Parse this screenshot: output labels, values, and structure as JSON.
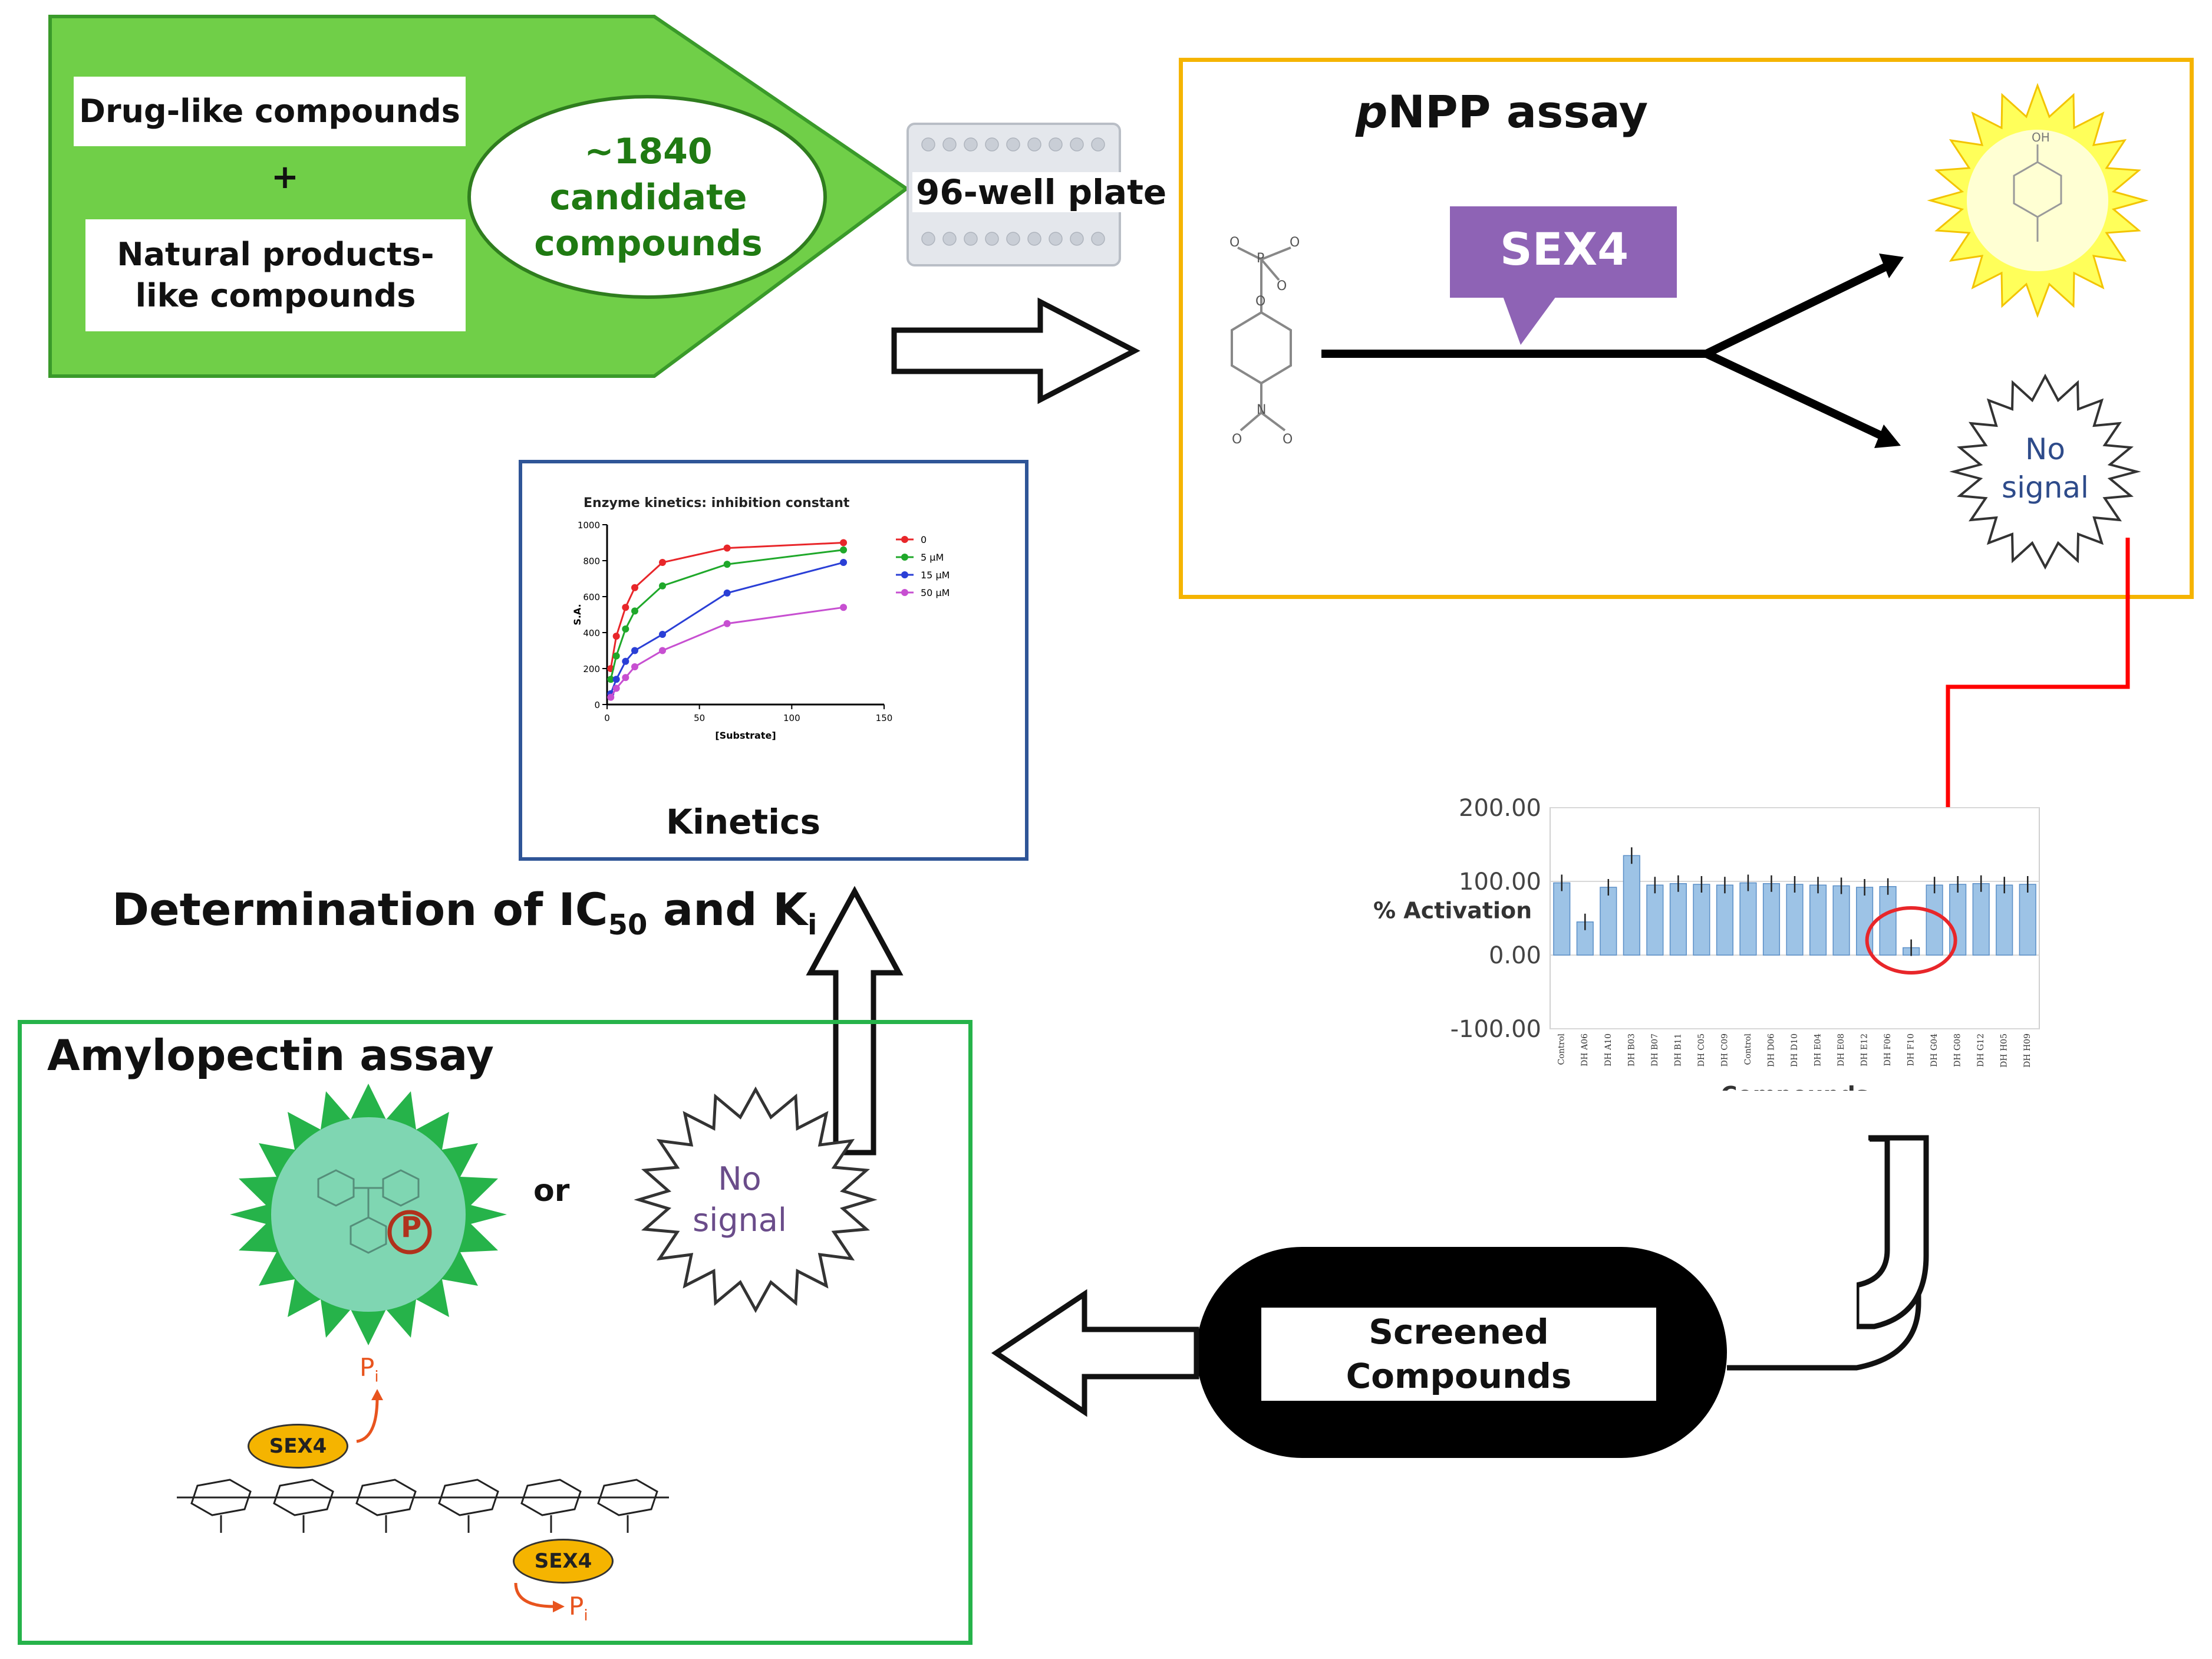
{
  "library": {
    "drug_like": "Drug-like compounds",
    "plus": "+",
    "natural_products": "Natural products-like compounds",
    "candidates": "~1840 candidate compounds"
  },
  "plate": {
    "label": "96-well plate"
  },
  "pnpp": {
    "title_italic": "p",
    "title_rest": "NPP assay",
    "enzyme": "SEX4",
    "no_signal": "No signal"
  },
  "kinetics": {
    "plot_title": "Enzyme kinetics: inhibition constant",
    "ylabel": "S.A.",
    "xlabel": "[Substrate]",
    "label": "Kinetics",
    "determination": "Determination of IC",
    "ic_sub": "50",
    "and": " and K",
    "k_sub": "i"
  },
  "screen": {
    "ylabel": "% Activation",
    "xlabel": "Compounds",
    "yticks": [
      "200.00",
      "100.00",
      "0.00",
      "-100.00"
    ],
    "screened": "Screened Compounds"
  },
  "amylopectin": {
    "title": "Amylopectin assay",
    "or": "or",
    "no_signal": "No signal",
    "enzyme": "SEX4",
    "phosphate": "P",
    "pi_main": "P",
    "pi_sub": "i"
  },
  "colors": {
    "green_fill": "#70cf48",
    "green_border": "#3a9a2a",
    "yellow_border": "#f5b400",
    "blue_border": "#2f5597",
    "red_arrow": "#ff0000",
    "sex4_purple": "#8e63b5",
    "bar_blue": "#9dc3e6"
  },
  "chart_data": [
    {
      "type": "line",
      "title": "Enzyme kinetics: inhibition constant",
      "xlabel": "[Substrate]",
      "ylabel": "S.A.",
      "xlim": [
        0,
        150
      ],
      "ylim": [
        0,
        1000
      ],
      "xticks": [
        0,
        50,
        100,
        150
      ],
      "yticks": [
        0,
        200,
        400,
        600,
        800,
        1000
      ],
      "x": [
        2,
        5,
        10,
        15,
        30,
        65,
        128
      ],
      "series": [
        {
          "name": "0",
          "color": "#e8262a",
          "values": [
            200,
            380,
            540,
            650,
            790,
            870,
            900
          ]
        },
        {
          "name": "5 µM",
          "color": "#1fa82a",
          "values": [
            140,
            270,
            420,
            520,
            660,
            780,
            860
          ]
        },
        {
          "name": "15 µM",
          "color": "#2a3fd6",
          "values": [
            60,
            140,
            240,
            300,
            390,
            620,
            790
          ]
        },
        {
          "name": "50 µM",
          "color": "#c74fd1",
          "values": [
            40,
            90,
            150,
            210,
            300,
            450,
            540
          ]
        }
      ]
    },
    {
      "type": "bar",
      "xlabel": "Compounds",
      "ylabel": "% Activation",
      "ylim": [
        -100,
        200
      ],
      "categories": [
        "Control",
        "DH A06",
        "DH A10",
        "DH B03",
        "DH B07",
        "DH B11",
        "DH C05",
        "DH C09",
        "Control",
        "DH D06",
        "DH D10",
        "DH E04",
        "DH E08",
        "DH E12",
        "DH F06",
        "DH F10",
        "DH G04",
        "DH G08",
        "DH G12",
        "DH H05",
        "DH H09"
      ],
      "values": [
        98,
        45,
        92,
        135,
        95,
        97,
        96,
        95,
        98,
        97,
        96,
        95,
        94,
        92,
        93,
        10,
        95,
        96,
        97,
        95,
        96
      ]
    }
  ]
}
